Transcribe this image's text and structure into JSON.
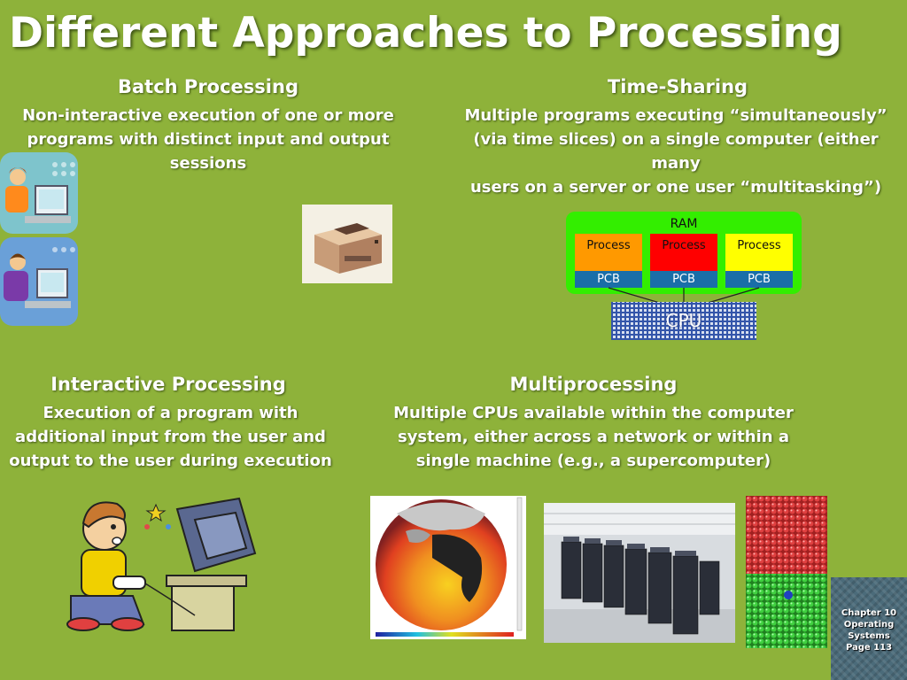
{
  "title": "Different Approaches to Processing",
  "sections": {
    "batch": {
      "heading": "Batch Processing",
      "lines": [
        "Non-interactive execution of one or more",
        "programs with distinct input and output",
        "sessions"
      ]
    },
    "timesharing": {
      "heading": "Time-Sharing",
      "lines": [
        "Multiple programs executing “simultaneously”",
        "(via time slices) on a single computer (either many",
        "users on a server or one user “multitasking”)"
      ]
    },
    "interactive": {
      "heading": "Interactive Processing",
      "lines": [
        "Execution of a program with",
        "additional input from the user and",
        "output to the user during execution"
      ]
    },
    "multiprocessing": {
      "heading": "Multiprocessing",
      "lines": [
        "Multiple CPUs available within the computer",
        "system, either across a network or within a",
        "single machine (e.g., a supercomputer)"
      ]
    }
  },
  "diagram": {
    "ram_label": "RAM",
    "processes": [
      {
        "label": "Process",
        "pcb": "PCB",
        "color": "#ff9900"
      },
      {
        "label": "Process",
        "pcb": "PCB",
        "color": "#ff0000"
      },
      {
        "label": "Process",
        "pcb": "PCB",
        "color": "#ffff00"
      }
    ],
    "cpu_label": "CPU"
  },
  "footer": {
    "lines": [
      "Chapter 10",
      "Operating",
      "Systems",
      "Page 113"
    ]
  },
  "colors": {
    "background": "#8eb23a",
    "ram": "#33ee00",
    "pcb": "#1a6ea8"
  }
}
